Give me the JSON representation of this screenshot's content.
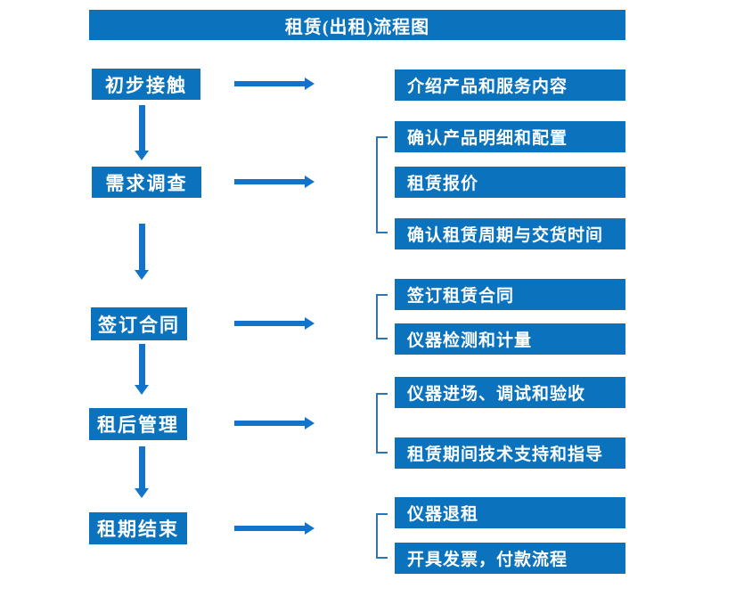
{
  "title": "租赁(出租)流程图",
  "colors": {
    "primary": "#0B72BE",
    "arrow": "#1173C9",
    "bracket": "#2E75B6"
  },
  "steps": [
    {
      "label": "初步接触",
      "details": [
        "介绍产品和服务内容"
      ]
    },
    {
      "label": "需求调查",
      "details": [
        "确认产品明细和配置",
        "租赁报价",
        "确认租赁周期与交货时间"
      ]
    },
    {
      "label": "签订合同",
      "details": [
        "签订租赁合同",
        "仪器检测和计量"
      ]
    },
    {
      "label": "租后管理",
      "details": [
        "仪器进场、调试和验收",
        "租赁期间技术支持和指导"
      ]
    },
    {
      "label": "租期结束",
      "details": [
        "仪器退租",
        "开具发票，付款流程"
      ]
    }
  ]
}
